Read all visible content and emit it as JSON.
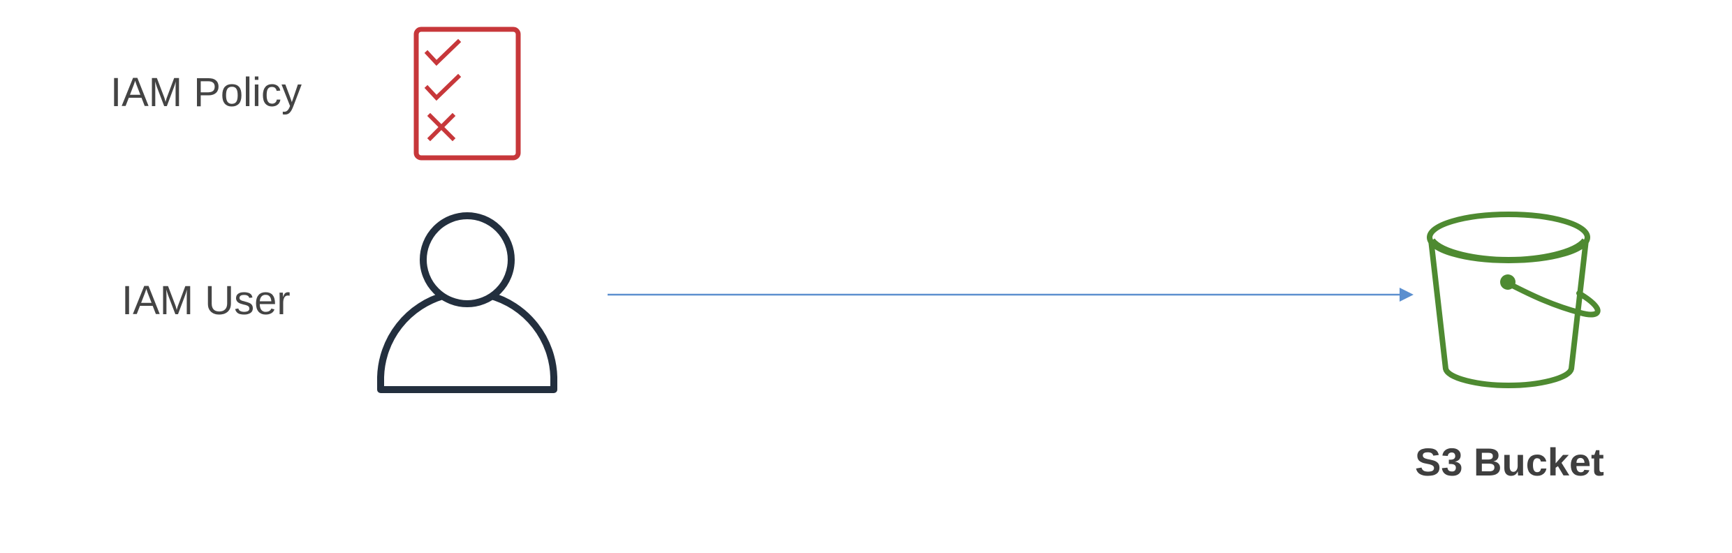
{
  "diagram": {
    "policy": {
      "label": "IAM Policy",
      "icon": "policy-checklist-icon"
    },
    "user": {
      "label": "IAM User",
      "icon": "user-icon"
    },
    "bucket": {
      "label": "S3 Bucket",
      "icon": "s3-bucket-icon"
    },
    "edge": {
      "from": "IAM User",
      "to": "S3 Bucket"
    },
    "colors": {
      "policy": "#c7373a",
      "user": "#232f3e",
      "bucket": "#4e8a31",
      "arrow": "#5b8fcf",
      "label": "#444444"
    }
  }
}
